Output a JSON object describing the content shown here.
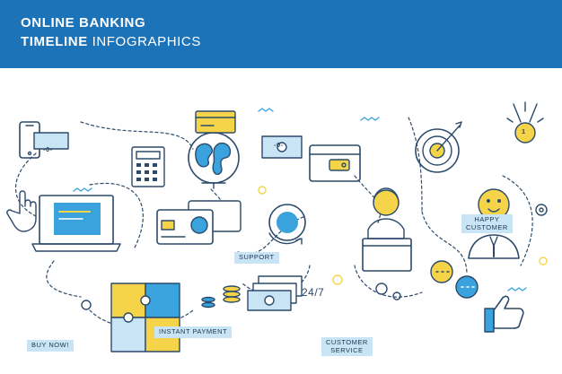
{
  "header": {
    "title_line1": "ONLINE BANKING",
    "title_line2_part1": "TIMELINE",
    "title_line2_part2": "INFOGRAPHICS"
  },
  "labels": {
    "support": "SUPPORT",
    "happy_customer_line1": "HAPPY",
    "happy_customer_line2": "CUSTOMER",
    "instant_payment": "INSTANT PAYMENT",
    "buy_now": "BUY NOW!",
    "customer_service_line1": "CUSTOMER",
    "customer_service_line2": "SERVICE",
    "hours": "24/7",
    "mobile_amount": "-0-",
    "cash_amount": "-0-",
    "badge_number": "1"
  },
  "icons": [
    "smartphone-payment-icon",
    "calculator-icon",
    "globe-icon",
    "credit-card-icon",
    "banknote-icon",
    "wallet-icon",
    "target-icon",
    "award-medal-icon",
    "laptop-icon",
    "hand-pointer-icon",
    "bank-card-icon",
    "clock-24-icon",
    "support-agent-icon",
    "happy-customer-icon",
    "gear-icon",
    "puzzle-icon",
    "coins-icon",
    "money-stack-icon",
    "chat-bubbles-icon",
    "thumbs-up-icon"
  ],
  "colors": {
    "header_bg": "#1d73b8",
    "line": "#2b4a6b",
    "accent_yellow": "#f6d44a",
    "accent_blue": "#3aa3dd",
    "label_bg": "#c9e4f5"
  }
}
